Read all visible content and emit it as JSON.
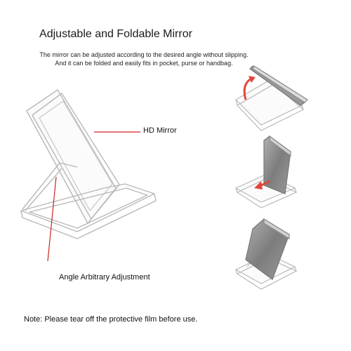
{
  "title": "Adjustable and Foldable Mirror",
  "description": {
    "line1": "The mirror can be adjusted according to the desired angle without slipping.",
    "line2": "And it can be folded and easily fits in pocket, purse or handbag."
  },
  "labels": {
    "hd_mirror": "HD Mirror",
    "angle_adjustment": "Angle Arbitrary Adjustment"
  },
  "note": "Note: Please tear off the protective film before use.",
  "colors": {
    "pointer_line": "#cc2222",
    "arrow": "#e0463a",
    "outline": "#b8b8b8",
    "mirror_gray": "#8a8a8a"
  }
}
